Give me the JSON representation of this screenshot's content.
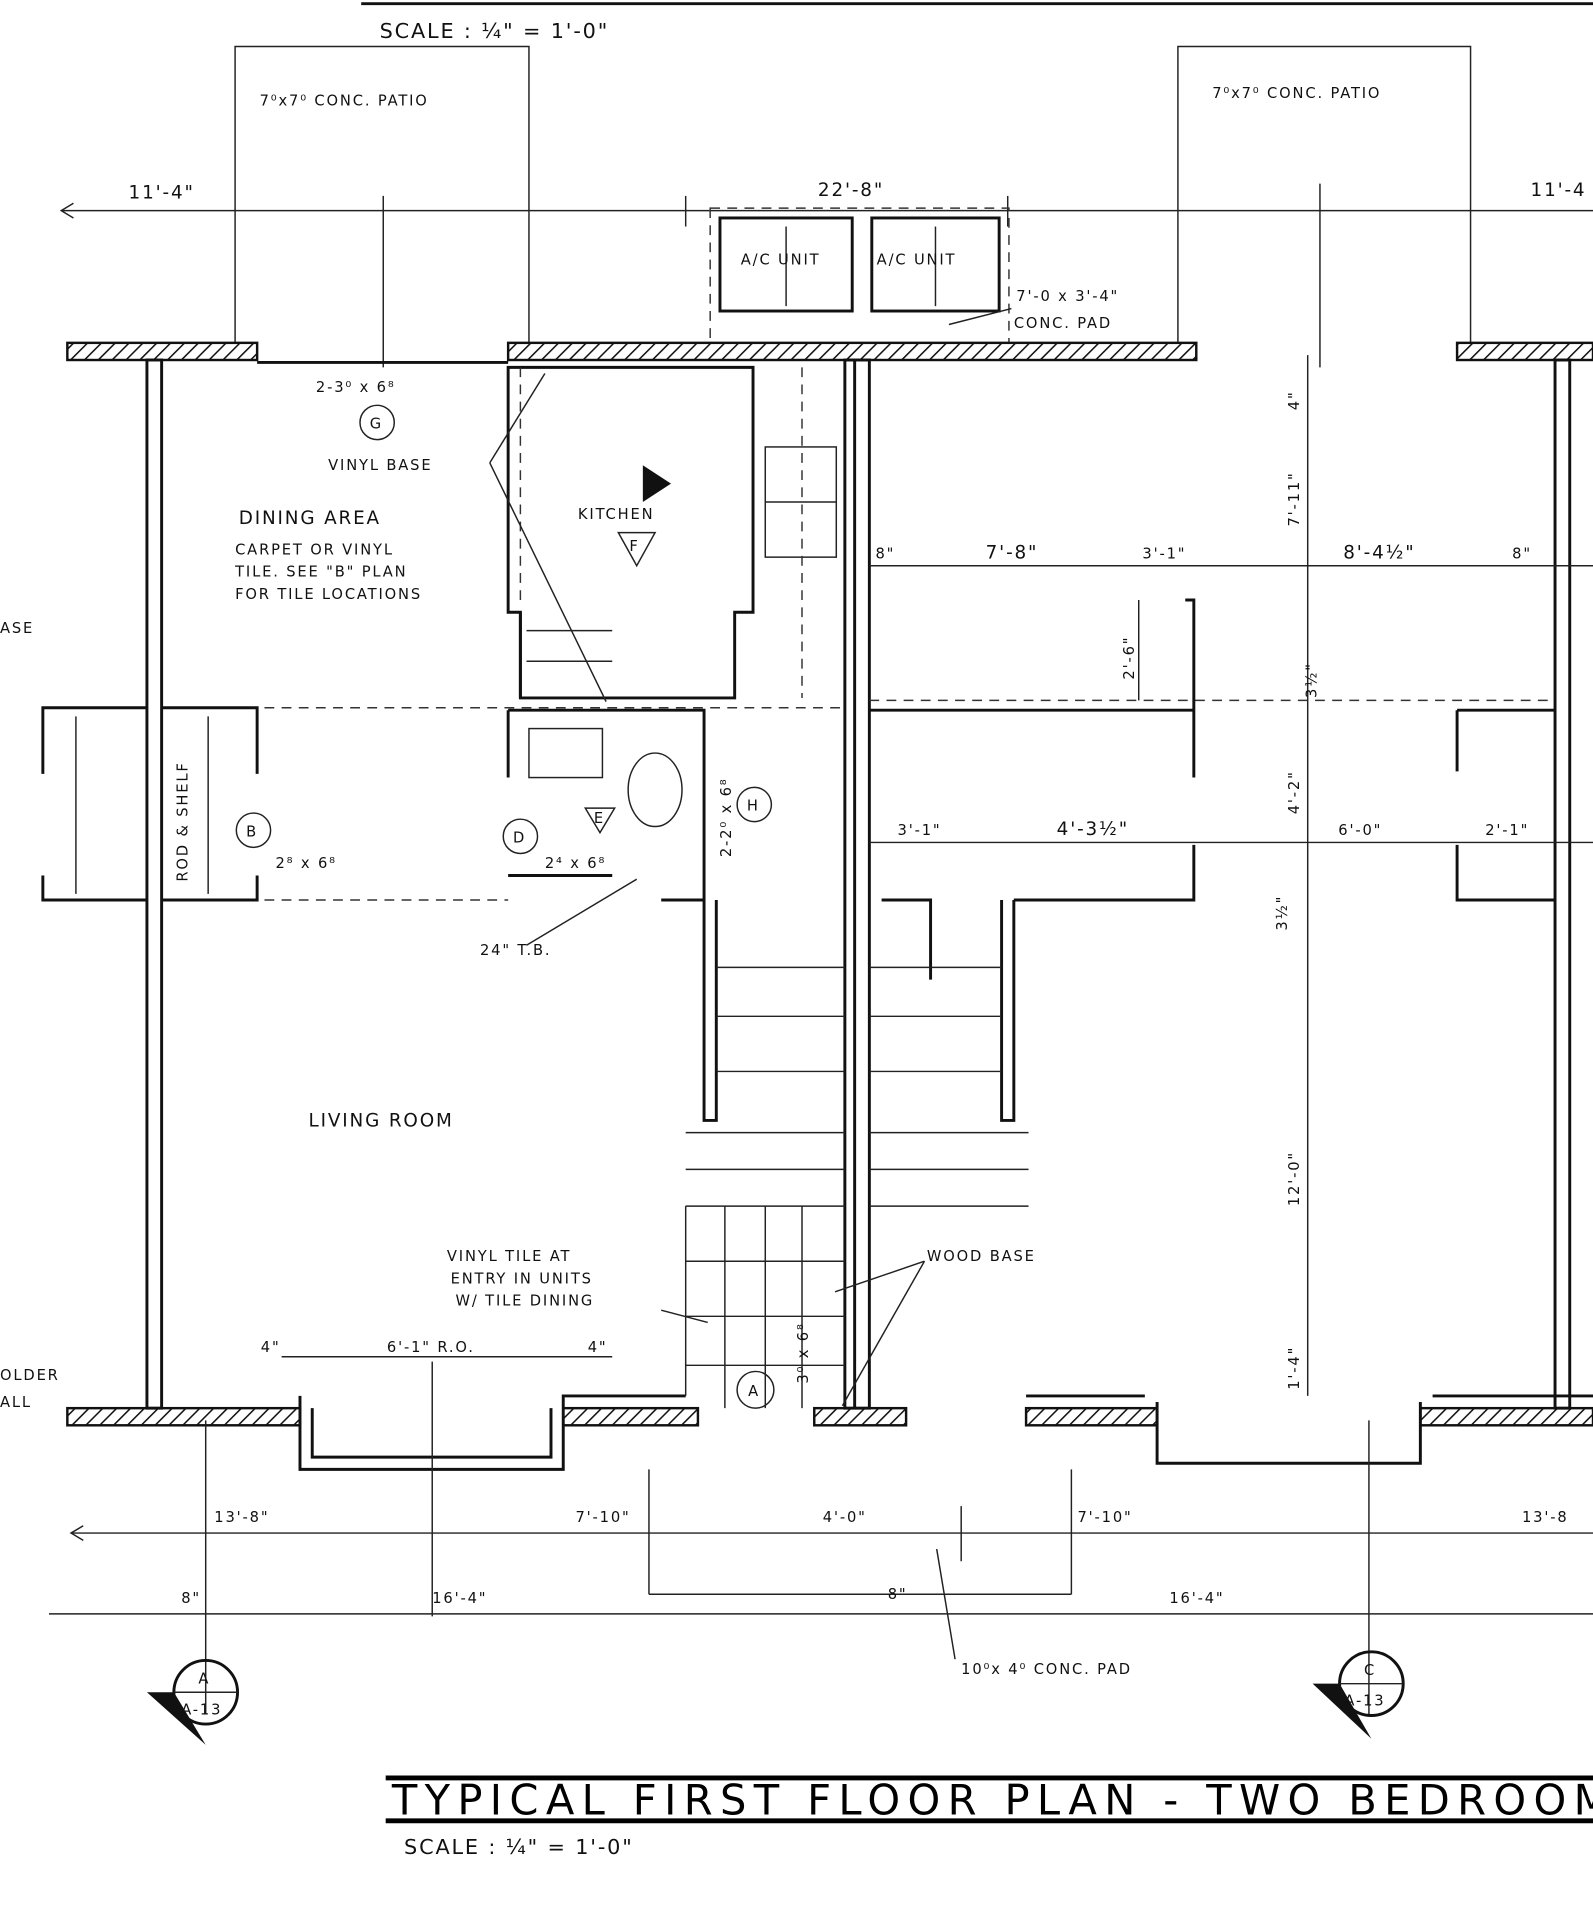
{
  "drawing": {
    "top_scale": "SCALE : ¼\" = 1'-0\"",
    "title": "TYPICAL FIRST FLOOR PLAN - TWO BEDROOM",
    "bottom_scale": "SCALE : ¼\" = 1'-0\""
  },
  "exterior": {
    "patio_left": "7⁰x7⁰ CONC. PATIO",
    "patio_right": "7⁰x7⁰ CONC. PATIO",
    "ac_unit_1": "A/C UNIT",
    "ac_unit_2": "A/C UNIT",
    "pad_size": "7'-0 x 3'-4\"",
    "pad_label": "CONC. PAD",
    "front_pad": "10⁰x 4⁰ CONC. PAD"
  },
  "rooms": {
    "dining": "DINING AREA",
    "dining_note": [
      "CARPET OR VINYL",
      "TILE. SEE \"B\" PLAN",
      "FOR TILE LOCATIONS"
    ],
    "kitchen": "KITCHEN",
    "living": "LIVING ROOM",
    "rod_shelf": "ROD & SHELF"
  },
  "notes": {
    "vinyl_base": "VINYL BASE",
    "wood_base": "WOOD BASE",
    "towel_bar": "24\" T.B.",
    "entry_tile": [
      "VINYL TILE AT",
      "ENTRY IN UNITS",
      "W/ TILE DINING"
    ],
    "left_edge_1": "ASE",
    "left_edge_2": "OLDER",
    "left_edge_3": "ALL"
  },
  "tags": {
    "G": "G",
    "B": "B",
    "D": "D",
    "H": "H",
    "A": "A",
    "E": "E",
    "F": "F",
    "door_G": "2-3⁰ x 6⁸",
    "door_B": "2⁸ x 6⁸",
    "door_D": "2⁴ x 6⁸",
    "door_H": "2-2⁰ x 6⁸",
    "door_A": "3⁰ x 6⁸",
    "section_A": "A",
    "section_A_sheet": "A-13",
    "section_C": "C",
    "section_C_sheet": "A-13"
  },
  "dimensions": {
    "top_left": "11'-4\"",
    "top_mid": "22'-8\"",
    "top_right": "11'-4",
    "r_8a": "8\"",
    "r_7_8": "7'-8\"",
    "r_3_1": "3'-1\"",
    "r_8_4h": "8'-4½\"",
    "r_8b": "8\"",
    "v_4": "4\"",
    "v_7_11": "7'-11\"",
    "v_2_6": "2'-6\"",
    "v_3h": "3½\"",
    "v_4_2": "4'-2\"",
    "v_3h_b": "3½\"",
    "v_12_0": "12'-0\"",
    "v_1_4": "1'-4\"",
    "m_3_1": "3'-1\"",
    "m_4_3h": "4'-3½\"",
    "m_6_0": "6'-0\"",
    "m_2_1": "2'-1\"",
    "bay_4a": "4\"",
    "bay_ro": "6'-1\" R.O.",
    "bay_4b": "4\"",
    "b_13_8": "13'-8\"",
    "b_7_10a": "7'-10\"",
    "b_4_0": "4'-0\"",
    "b_7_10b": "7'-10\"",
    "b_13_8r": "13'-8",
    "c_8a": "8\"",
    "c_16_4a": "16'-4\"",
    "c_8b": "8\"",
    "c_16_4b": "16'-4\""
  }
}
